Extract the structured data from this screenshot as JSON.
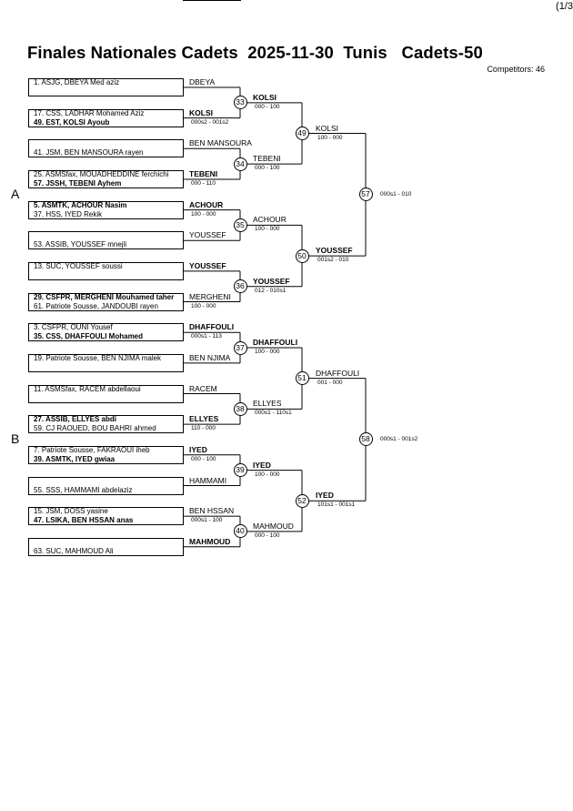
{
  "page_number": "(1/3",
  "title": "Finales Nationales Cadets  2025-11-30  Tunis   Cadets-50",
  "competitors": {
    "label": "Competitors:",
    "count": "46"
  },
  "groups": [
    "A",
    "B"
  ],
  "entries": [
    {
      "text": "1. ASJG, DBEYA Med aziz",
      "winner": false
    },
    {
      "text": "",
      "winner": false
    },
    {
      "text": "17. CSS, LADHAR Mohamed Aziz",
      "winner": false
    },
    {
      "text": "49. EST, KOLSI Ayoub",
      "winner": true
    },
    {
      "text": "",
      "winner": false
    },
    {
      "text": "41. JSM, BEN MANSOURA rayen",
      "winner": false
    },
    {
      "text": "25. ASMSfax, MOUADHEDDINE ferchichi",
      "winner": false
    },
    {
      "text": "57. JSSH, TEBENI Ayhem",
      "winner": true
    },
    {
      "text": "5. ASMTK, ACHOUR Nasim",
      "winner": true
    },
    {
      "text": "37. HSS, IYED Rekik",
      "winner": false
    },
    {
      "text": "",
      "winner": false
    },
    {
      "text": "53. ASSIB, YOUSSEF mnejli",
      "winner": false
    },
    {
      "text": "13. SUC, YOUSSEF soussi",
      "winner": false
    },
    {
      "text": "",
      "winner": false
    },
    {
      "text": "29. CSFPR, MERGHENI Mouhamed taher",
      "winner": true
    },
    {
      "text": "61. Patriote Sousse, JANDOUBI rayen",
      "winner": false
    },
    {
      "text": "3. CSFPR, OUNI Yousef",
      "winner": false
    },
    {
      "text": "35. CSS, DHAFFOULI Mohamed",
      "winner": true
    },
    {
      "text": "19. Patriote Sousse, BEN NJIMA malek",
      "winner": false
    },
    {
      "text": "",
      "winner": false
    },
    {
      "text": "11. ASMSfax, RACEM abdellaoui",
      "winner": false
    },
    {
      "text": "",
      "winner": false
    },
    {
      "text": "27. ASSIB, ELLYES abdi",
      "winner": true
    },
    {
      "text": "59. CJ RAOUED, BOU BAHRI ahmed",
      "winner": false
    },
    {
      "text": "7. Patriote Sousse, FAKRAOUI iheb",
      "winner": false
    },
    {
      "text": "39. ASMTK, IYED gwiaa",
      "winner": true
    },
    {
      "text": "",
      "winner": false
    },
    {
      "text": "55. SSS, HAMMAMI abdelaziz",
      "winner": false
    },
    {
      "text": "15. JSM, DOSS yasine",
      "winner": false
    },
    {
      "text": "47. LSIKA, BEN HSSAN anas",
      "winner": true
    },
    {
      "text": "",
      "winner": false
    },
    {
      "text": "63. SUC, MAHMOUD Ali",
      "winner": false
    }
  ],
  "round1": [
    {
      "top": "DBEYA",
      "bottom": "KOLSI",
      "top_bold": false,
      "bottom_bold": true,
      "score": "000s2 - 001s2",
      "score_pos": "bottom"
    },
    {
      "top": "BEN MANSOURA",
      "bottom": "TEBENI",
      "top_bold": false,
      "bottom_bold": true,
      "score": "000 - 110",
      "score_pos": "bottom"
    },
    {
      "top": "ACHOUR",
      "bottom": "YOUSSEF",
      "top_bold": true,
      "bottom_bold": false,
      "score": "100 - 000",
      "score_pos": "top"
    },
    {
      "top": "YOUSSEF",
      "bottom": "MERGHENI",
      "top_bold": true,
      "bottom_bold": false,
      "score": "100 - 000",
      "score_pos": "bottom"
    },
    {
      "top": "DHAFFOULI",
      "bottom": "BEN NJIMA",
      "top_bold": true,
      "bottom_bold": false,
      "score": "000s1 - 113",
      "score_pos": "top"
    },
    {
      "top": "RACEM",
      "bottom": "ELLYES",
      "top_bold": false,
      "bottom_bold": true,
      "score": "110 - 000",
      "score_pos": "bottom"
    },
    {
      "top": "IYED",
      "bottom": "HAMMAMI",
      "top_bold": true,
      "bottom_bold": false,
      "score": "000 - 100",
      "score_pos": "top"
    },
    {
      "top": "BEN HSSAN",
      "bottom": "MAHMOUD",
      "top_bold": false,
      "bottom_bold": true,
      "score": "000s1 - 100",
      "score_pos": "top"
    }
  ],
  "round2": [
    {
      "node": "33",
      "winner": "KOLSI",
      "bold": true,
      "score": "000 - 100"
    },
    {
      "node": "34",
      "winner": "TEBENI",
      "bold": false,
      "score": "000 - 100"
    },
    {
      "node": "35",
      "winner": "ACHOUR",
      "bold": false,
      "score": "100 - 000"
    },
    {
      "node": "36",
      "winner": "YOUSSEF",
      "bold": true,
      "score": "012 - 010s1"
    },
    {
      "node": "37",
      "winner": "DHAFFOULI",
      "bold": true,
      "score": "100 - 000"
    },
    {
      "node": "38",
      "winner": "ELLYES",
      "bold": false,
      "score": "000s1 - 110s1"
    },
    {
      "node": "39",
      "winner": "IYED",
      "bold": true,
      "score": "100 - 000"
    },
    {
      "node": "40",
      "winner": "MAHMOUD",
      "bold": false,
      "score": "000 - 100"
    }
  ],
  "round3": [
    {
      "node": "49",
      "winner": "KOLSI",
      "bold": false,
      "score": "100 - 000"
    },
    {
      "node": "50",
      "winner": "YOUSSEF",
      "bold": true,
      "score": "001s2 - 010"
    },
    {
      "node": "51",
      "winner": "DHAFFOULI",
      "bold": false,
      "score": "001 - 000"
    },
    {
      "node": "52",
      "winner": "IYED",
      "bold": true,
      "score": "101s1 - 001s1"
    }
  ],
  "round4": [
    {
      "node": "57",
      "score": "000s1 - 010"
    },
    {
      "node": "58",
      "score": "000s1 - 001s2"
    }
  ]
}
